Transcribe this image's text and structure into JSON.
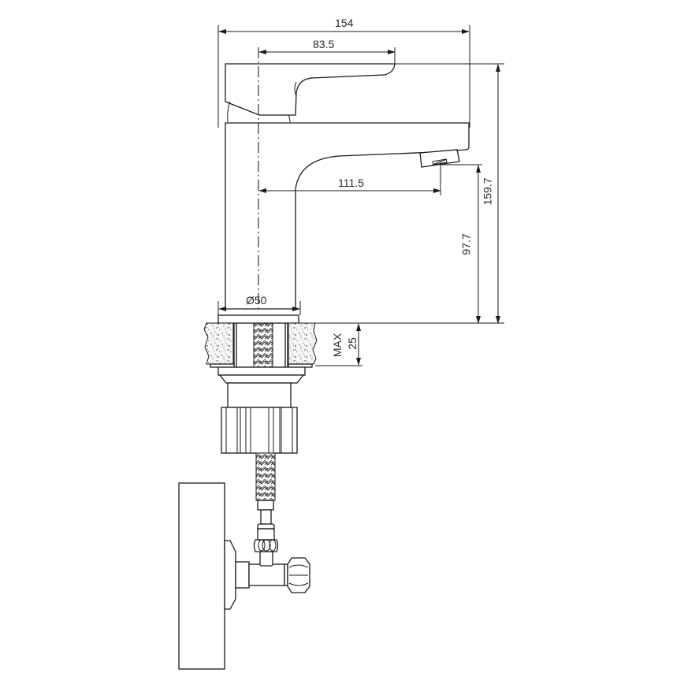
{
  "drawing": {
    "title": "Basin mixer tap side elevation with installation detail",
    "line_color": "#1a1a1a",
    "background": "#ffffff"
  },
  "dimensions": {
    "overall_width": "154",
    "handle_reach": "83.5",
    "spout_reach": "111.5",
    "overall_height": "159.7",
    "spout_height": "97.7",
    "base_diameter": "Ø50",
    "max_counter_thickness_label": "MAX",
    "max_counter_thickness_value": "25"
  },
  "components": [
    {
      "name": "lever-handle"
    },
    {
      "name": "tap-body"
    },
    {
      "name": "spout"
    },
    {
      "name": "aerator"
    },
    {
      "name": "countertop-section"
    },
    {
      "name": "braided-supply-hose"
    },
    {
      "name": "fixing-nut"
    },
    {
      "name": "wall"
    },
    {
      "name": "angle-stop-valve"
    },
    {
      "name": "compression-nut"
    }
  ]
}
